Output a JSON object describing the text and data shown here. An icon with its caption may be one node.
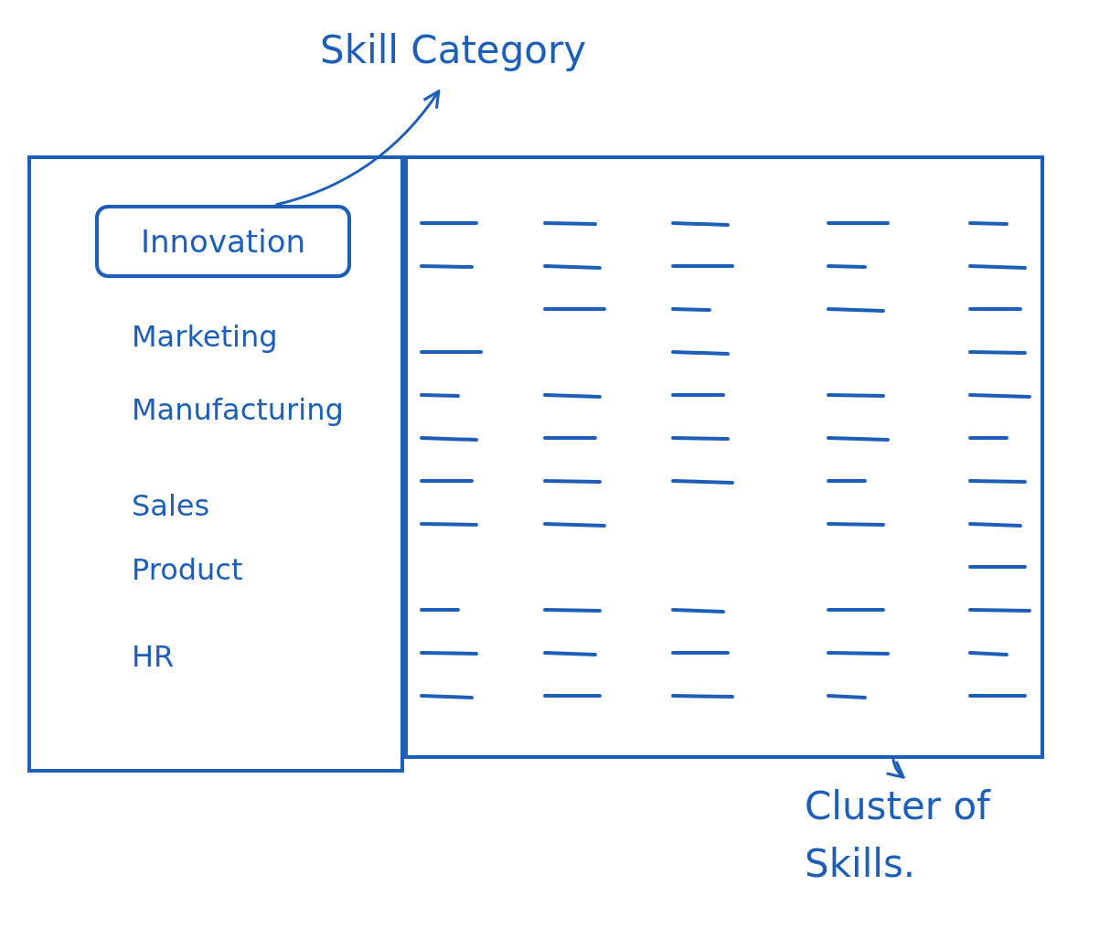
{
  "diagram": {
    "nodes": [
      {
        "text": [
          "Skill Category"
        ]
      },
      {
        "text": [],
        "shape": "box"
      },
      {
        "text": [
          "Innovation"
        ],
        "in": 1
      },
      {
        "text": [],
        "shape": "box"
      },
      {
        "text": [
          "Cluster of Skills."
        ]
      }
    ],
    "edges": [
      {
        "from": 2,
        "to": 0,
        "arrow": "to"
      },
      {
        "from": 3,
        "to": 4,
        "arrow": "to"
      }
    ],
    "labels": [
      "Marketing",
      "Manufacturing",
      "Sales",
      "Product",
      "HR"
    ]
  }
}
